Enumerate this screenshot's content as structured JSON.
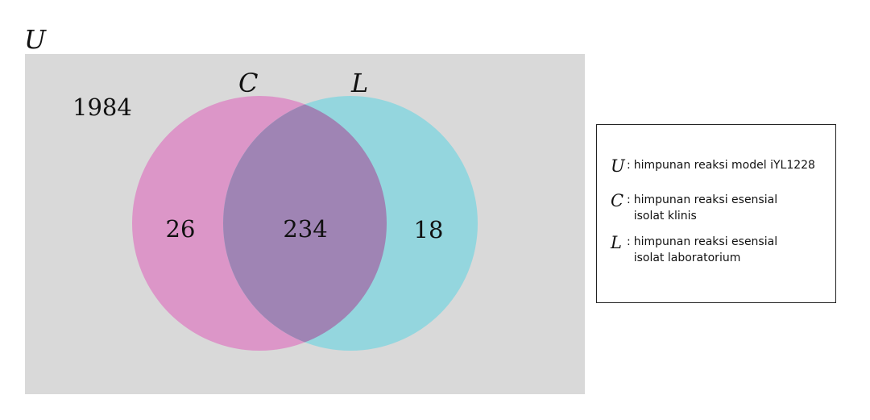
{
  "universe": {
    "symbol": "U",
    "outside_count": "1984",
    "fill": "#d9d9d9"
  },
  "sets": [
    {
      "symbol": "C",
      "only_count": "26",
      "fill": "#dc96c8"
    },
    {
      "symbol": "L",
      "only_count": "18",
      "fill": "#94d6de"
    }
  ],
  "intersection": {
    "count": "234",
    "fill": "#9f84b4"
  },
  "legend": [
    {
      "symbol": "U",
      "separator": ":",
      "text": "himpunan reaksi model iYL1228"
    },
    {
      "symbol": "C",
      "separator": ":",
      "text": "himpunan reaksi esensial\nisolat klinis"
    },
    {
      "symbol": "L",
      "separator": ":",
      "text": "himpunan reaksi esensial\nisolat laboratorium"
    }
  ]
}
